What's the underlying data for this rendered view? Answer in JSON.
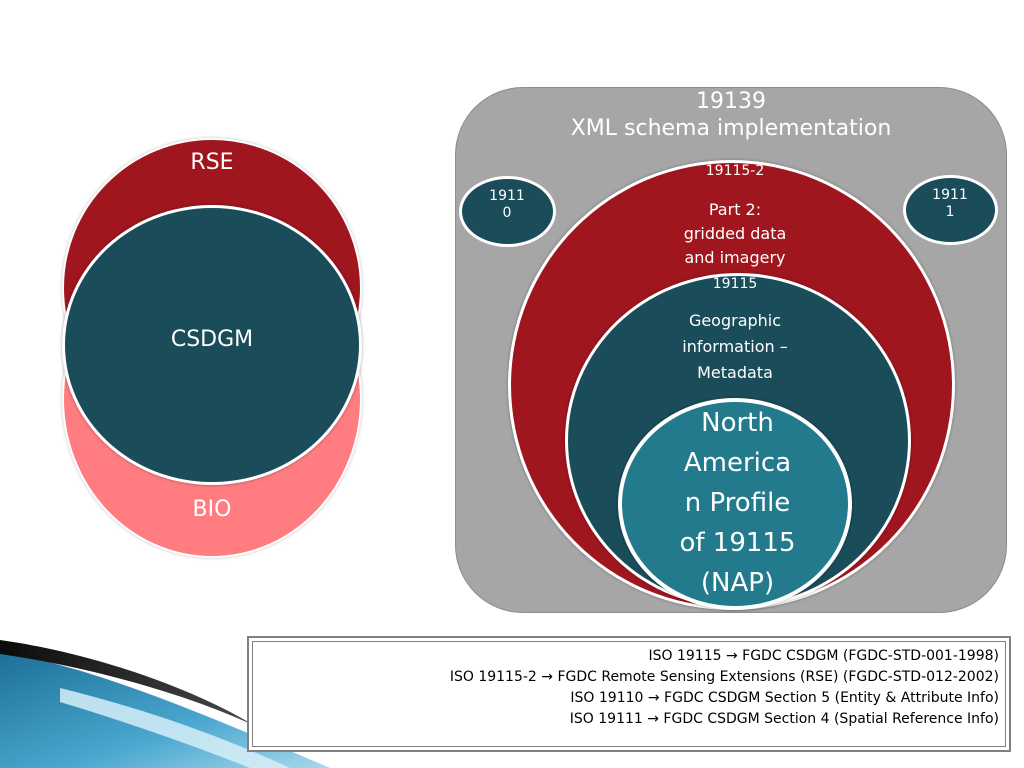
{
  "left_diagram": {
    "rse": "RSE",
    "csdgm": "CSDGM",
    "bio": "BIO"
  },
  "right_diagram": {
    "iso19139": {
      "number": "19139",
      "title": "XML schema implementation"
    },
    "iso19110": {
      "line1": "1911",
      "line2": "0"
    },
    "iso19111": {
      "line1": "1911",
      "line2": "1"
    },
    "iso19115_2": {
      "number": "19115-2",
      "desc_lines": [
        "Part 2:",
        "gridded data",
        "and imagery"
      ]
    },
    "iso19115": {
      "number": "19115",
      "desc_lines": [
        "Geographic",
        "information –",
        "Metadata"
      ]
    },
    "nap": {
      "lines": [
        "North",
        "America",
        "n Profile",
        "of 19115",
        "(NAP)"
      ]
    }
  },
  "mapping": [
    "ISO 19115 → FGDC CSDGM (FGDC-STD-001-1998)",
    "ISO 19115-2 → FGDC Remote Sensing Extensions (RSE) (FGDC-STD-012-2002)",
    "ISO 19110 → FGDC CSDGM Section 5 (Entity & Attribute Info)",
    "ISO 19111 → FGDC CSDGM Section 4 (Spatial Reference Info)"
  ],
  "colors": {
    "dark_red": "#a0161f",
    "dark_teal": "#1a4c5a",
    "pink": "#ff7c80",
    "teal": "#237a8d",
    "gray": "#a6a6a6"
  }
}
